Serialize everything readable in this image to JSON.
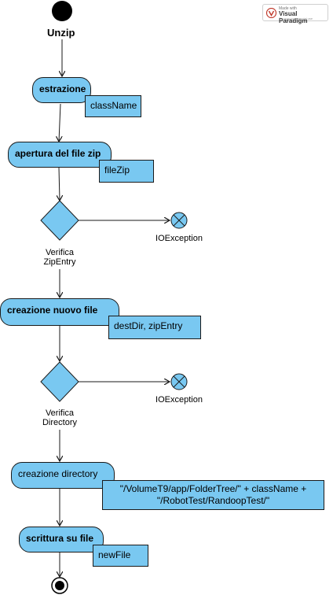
{
  "diagram": {
    "start_label": "Unzip",
    "actions": {
      "estrazione": "estrazione",
      "apertura": "apertura del file zip",
      "creazione_file": "creazione nuovo file",
      "creazione_directory": "creazione directory",
      "scrittura": "scrittura su file"
    },
    "pins": {
      "classname": "className",
      "filezip": "fileZip",
      "destdir": "destDir, zipEntry",
      "path_line1": "\"/VolumeT9/app/FolderTree/\" + className +",
      "path_line2": "\"/RobotTest/RandoopTest/\"",
      "newfile": "newFile"
    },
    "decisions": {
      "zipentry_line1": "Verifica",
      "zipentry_line2": "ZipEntry",
      "directory_line1": "Verifica",
      "directory_line2": "Directory"
    },
    "flow_finals": {
      "first": "IOException",
      "second": "IOException"
    }
  },
  "logo": {
    "top": "Made with",
    "name": "Visual Paradigm",
    "sub": "For non-commercial use"
  },
  "colors": {
    "node_fill": "#79c8f1",
    "stroke": "#1a1a1a",
    "background": "#ffffff"
  }
}
